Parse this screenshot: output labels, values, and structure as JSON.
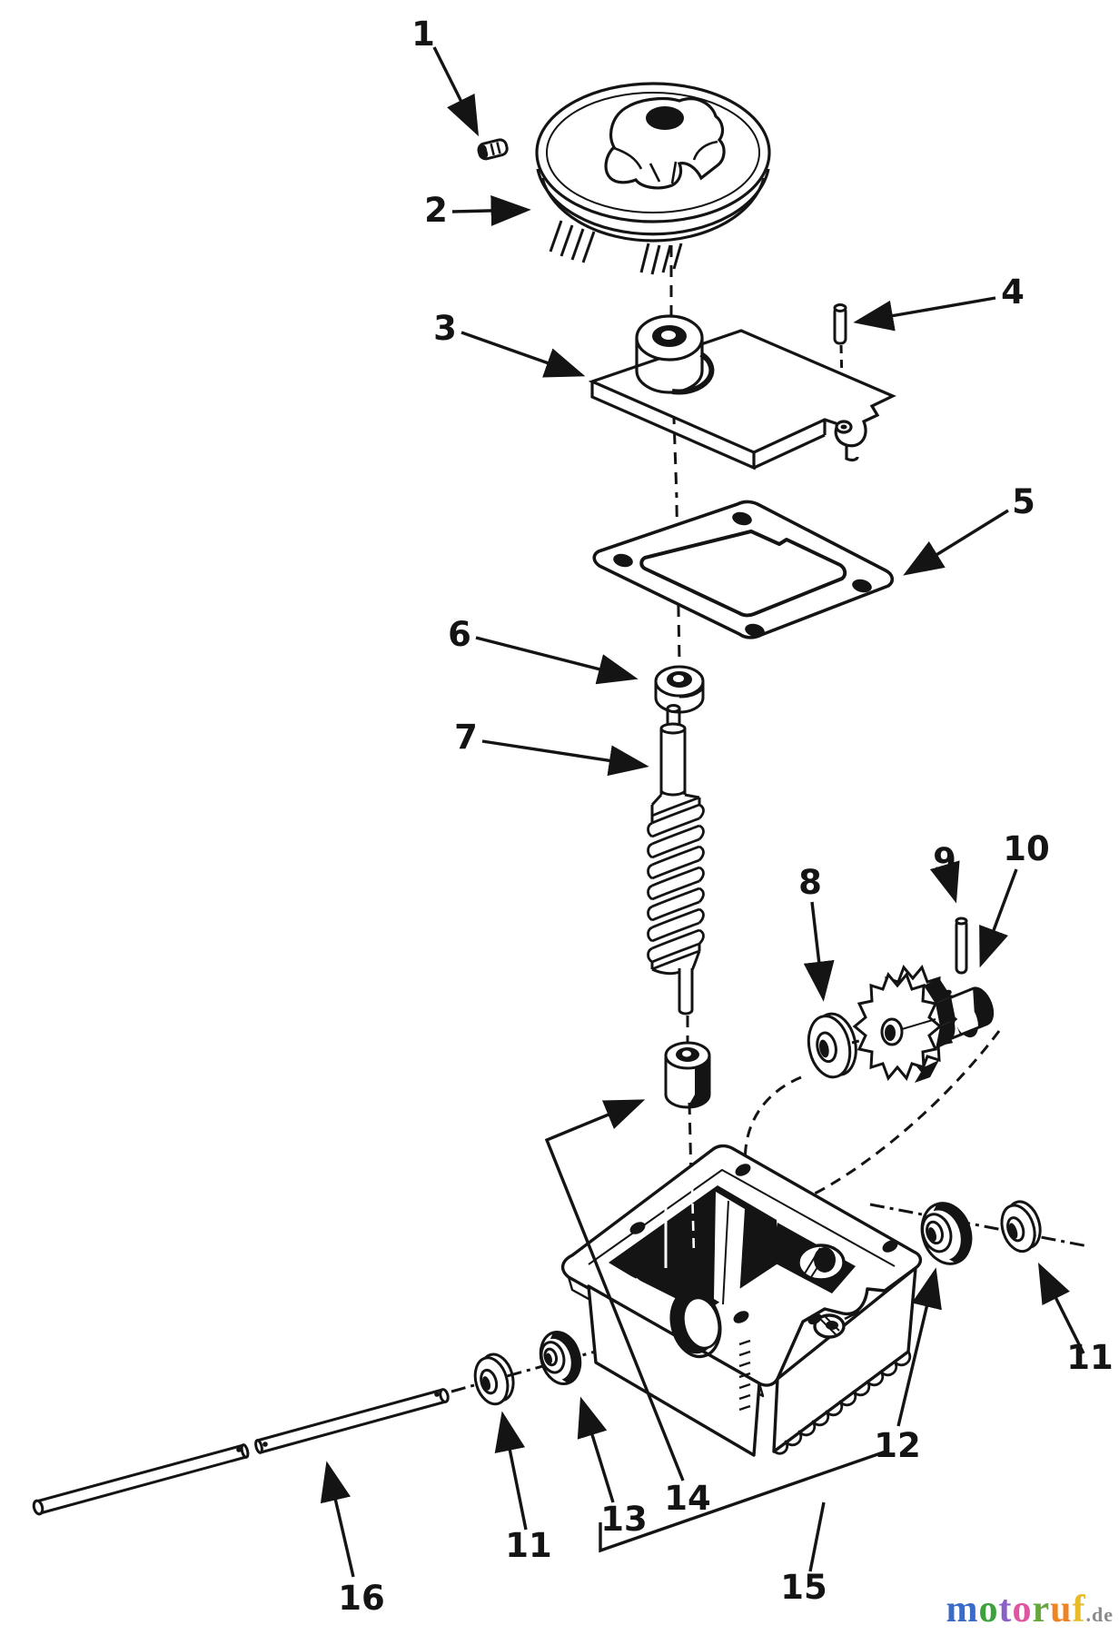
{
  "diagram": {
    "callouts": {
      "c1": "1",
      "c2": "2",
      "c3": "3",
      "c4": "4",
      "c5": "5",
      "c6": "6",
      "c7": "7",
      "c8": "8",
      "c9": "9",
      "c10": "10",
      "c11a": "11",
      "c11b": "11",
      "c12": "12",
      "c13": "13",
      "c14": "14",
      "c15": "15",
      "c16": "16"
    }
  },
  "watermark": {
    "letters": [
      {
        "ch": "m",
        "style": "color:#3a6bc9"
      },
      {
        "ch": "o",
        "style": "color:#3da23d"
      },
      {
        "ch": "t",
        "style": "color:#8a5fc8"
      },
      {
        "ch": "o",
        "style": "color:#e0559f"
      },
      {
        "ch": "r",
        "style": "color:#66a83d"
      },
      {
        "ch": "u",
        "style": "color:#ee8422"
      },
      {
        "ch": "f",
        "style": "color:#e8bb2a"
      }
    ],
    "suffix": {
      "ch": ".de",
      "style": "color:#8a8a8a"
    }
  }
}
